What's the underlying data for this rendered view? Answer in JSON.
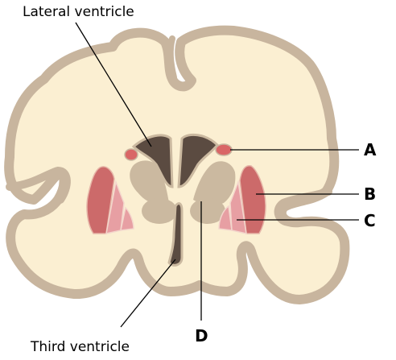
{
  "labels": {
    "lateral_ventricle": "Lateral ventricle",
    "third_ventricle": "Third ventricle",
    "a": "A",
    "b": "B",
    "c": "C",
    "d": "D"
  },
  "colors": {
    "background": "#ffffff",
    "cortex_outline": "#c8b59e",
    "white_matter": "#fbefd2",
    "ventricle": "#5b4b41",
    "nucleus_grey": "#cbb9a0",
    "putamen": "#cc6a6a",
    "globus_pallidus": "#e79fa3",
    "highlight_red": "#d96666"
  }
}
